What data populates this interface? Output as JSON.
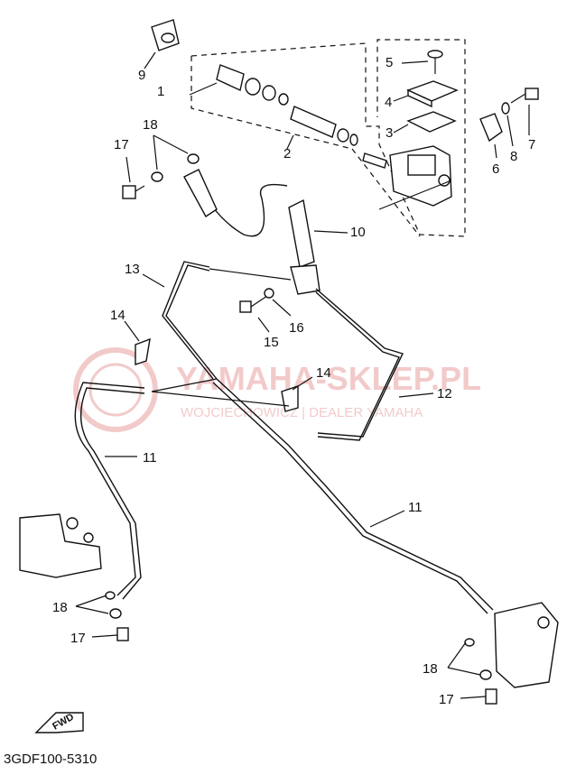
{
  "watermark": {
    "brand": "YAMAHA-SKLEP.PL",
    "sub": "WOJCIECHOWICZ | DEALER YAMAHA",
    "color": "#e8a0a0"
  },
  "callouts": {
    "c1": "1",
    "c2": "2",
    "c3": "3",
    "c4": "4",
    "c5": "5",
    "c6": "6",
    "c7": "7",
    "c8": "8",
    "c9": "9",
    "c10": "10",
    "c11a": "11",
    "c11b": "11",
    "c12": "12",
    "c13": "13",
    "c14a": "14",
    "c14b": "14",
    "c15": "15",
    "c16": "16",
    "c17a": "17",
    "c17b": "17",
    "c17c": "17",
    "c18a": "18",
    "c18b": "18",
    "c18c": "18"
  },
  "fwd": "FWD",
  "part_code": "3GDF100-5310"
}
